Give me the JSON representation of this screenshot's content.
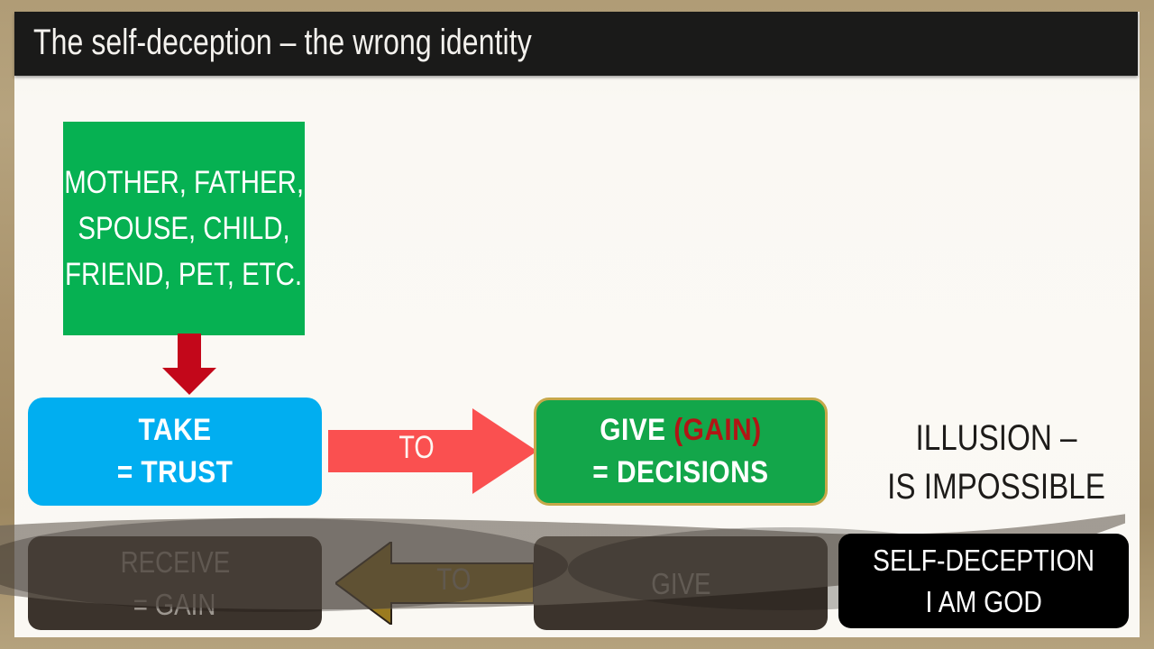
{
  "slide": {
    "title": "The self-deception – the wrong identity",
    "frame_color": "#ad9a72",
    "canvas_color": "#faf8f3",
    "titlebar_color": "#1a1a19"
  },
  "family_box": {
    "lines": [
      "MOTHER, FATHER,",
      "SPOUSE, CHILD,",
      "FRIEND, PET, ETC."
    ],
    "color": "#06b152"
  },
  "down_arrow": {
    "name": "red-down-arrow",
    "color": "#c3071a"
  },
  "take_box": {
    "lines": [
      "TAKE",
      "= TRUST"
    ],
    "color": "#01aef0"
  },
  "right_arrow": {
    "label": "TO",
    "color": "#fa5050",
    "direction": "right"
  },
  "give_gain_box": {
    "line1_part1": "GIVE ",
    "line1_part2": "(GAIN)",
    "line2": "= DECISIONS",
    "color": "#13a64a",
    "border_color": "#c6a84a",
    "gain_color": "#b11515"
  },
  "illusion": {
    "lines": [
      "ILLUSION –",
      "IS IMPOSSIBLE"
    ],
    "color": "#1d1b19"
  },
  "receive_box": {
    "lines": [
      "RECEIVE",
      "= GAIN"
    ],
    "color": "#3b332c",
    "text_color": "#9d9790"
  },
  "left_arrow": {
    "label": "TO",
    "color": "#9b7b1f",
    "direction": "left"
  },
  "give_box": {
    "lines": [
      "GIVE"
    ],
    "color": "#3b332c",
    "text_color": "#9d9790"
  },
  "self_deception_box": {
    "lines": [
      "SELF-DECEPTION",
      "I AM GOD"
    ],
    "color": "#000000",
    "text_color": "#ffffff"
  }
}
